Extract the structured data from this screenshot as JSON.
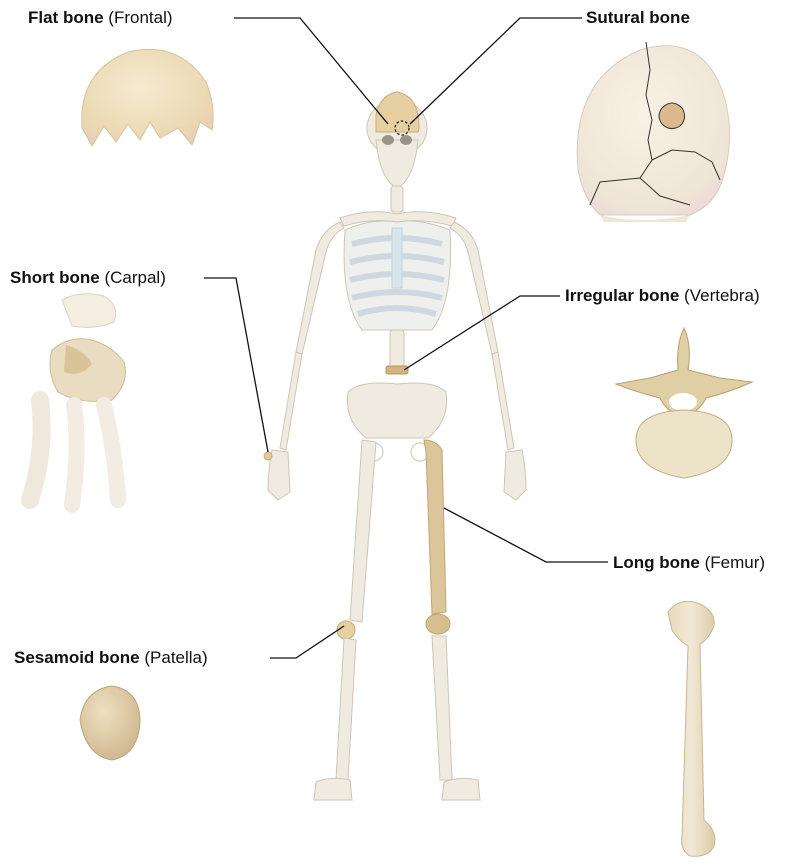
{
  "labels": {
    "flat": {
      "bold": "Flat bone",
      "paren": "(Frontal)"
    },
    "sutural": {
      "bold": "Sutural bone",
      "paren": ""
    },
    "short": {
      "bold": "Short bone",
      "paren": "(Carpal)"
    },
    "irregular": {
      "bold": "Irregular bone",
      "paren": "(Vertebra)"
    },
    "long": {
      "bold": "Long bone",
      "paren": "(Femur)"
    },
    "sesamoid": {
      "bold": "Sesamoid bone",
      "paren": "(Patella)"
    }
  },
  "colors": {
    "bone": "#efe7d8",
    "bone_outline": "#c9bfae",
    "highlight": "#dcc9a2",
    "highlight_dark": "#c4ad82",
    "rib_blue": "#c9dbe6",
    "leader": "#111111"
  }
}
